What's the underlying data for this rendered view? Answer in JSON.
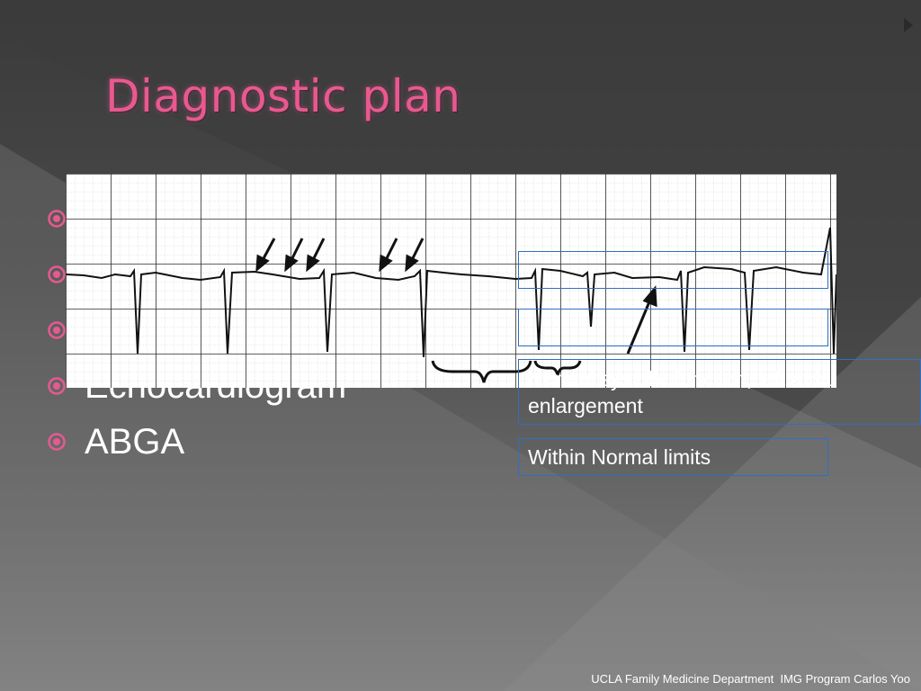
{
  "slide": {
    "title": "Diagnostic plan",
    "accent_color": "#e8598f",
    "bullet_icon": "circled-dot-icon",
    "nav_icon": "chevron-right-icon"
  },
  "bullets": [
    {
      "label": ""
    },
    {
      "label": ""
    },
    {
      "label": ""
    },
    {
      "label": "Echocardiogram"
    },
    {
      "label": "ABGA"
    }
  ],
  "callouts": [
    {
      "text": ""
    },
    {
      "text": ""
    },
    {
      "text": "Normal systolic function, left atrial enlargement"
    },
    {
      "text": "Within Normal limits"
    }
  ],
  "footer": {
    "text": "UCLA Family Medicine Department  IMG Program Carlos Yoo"
  }
}
